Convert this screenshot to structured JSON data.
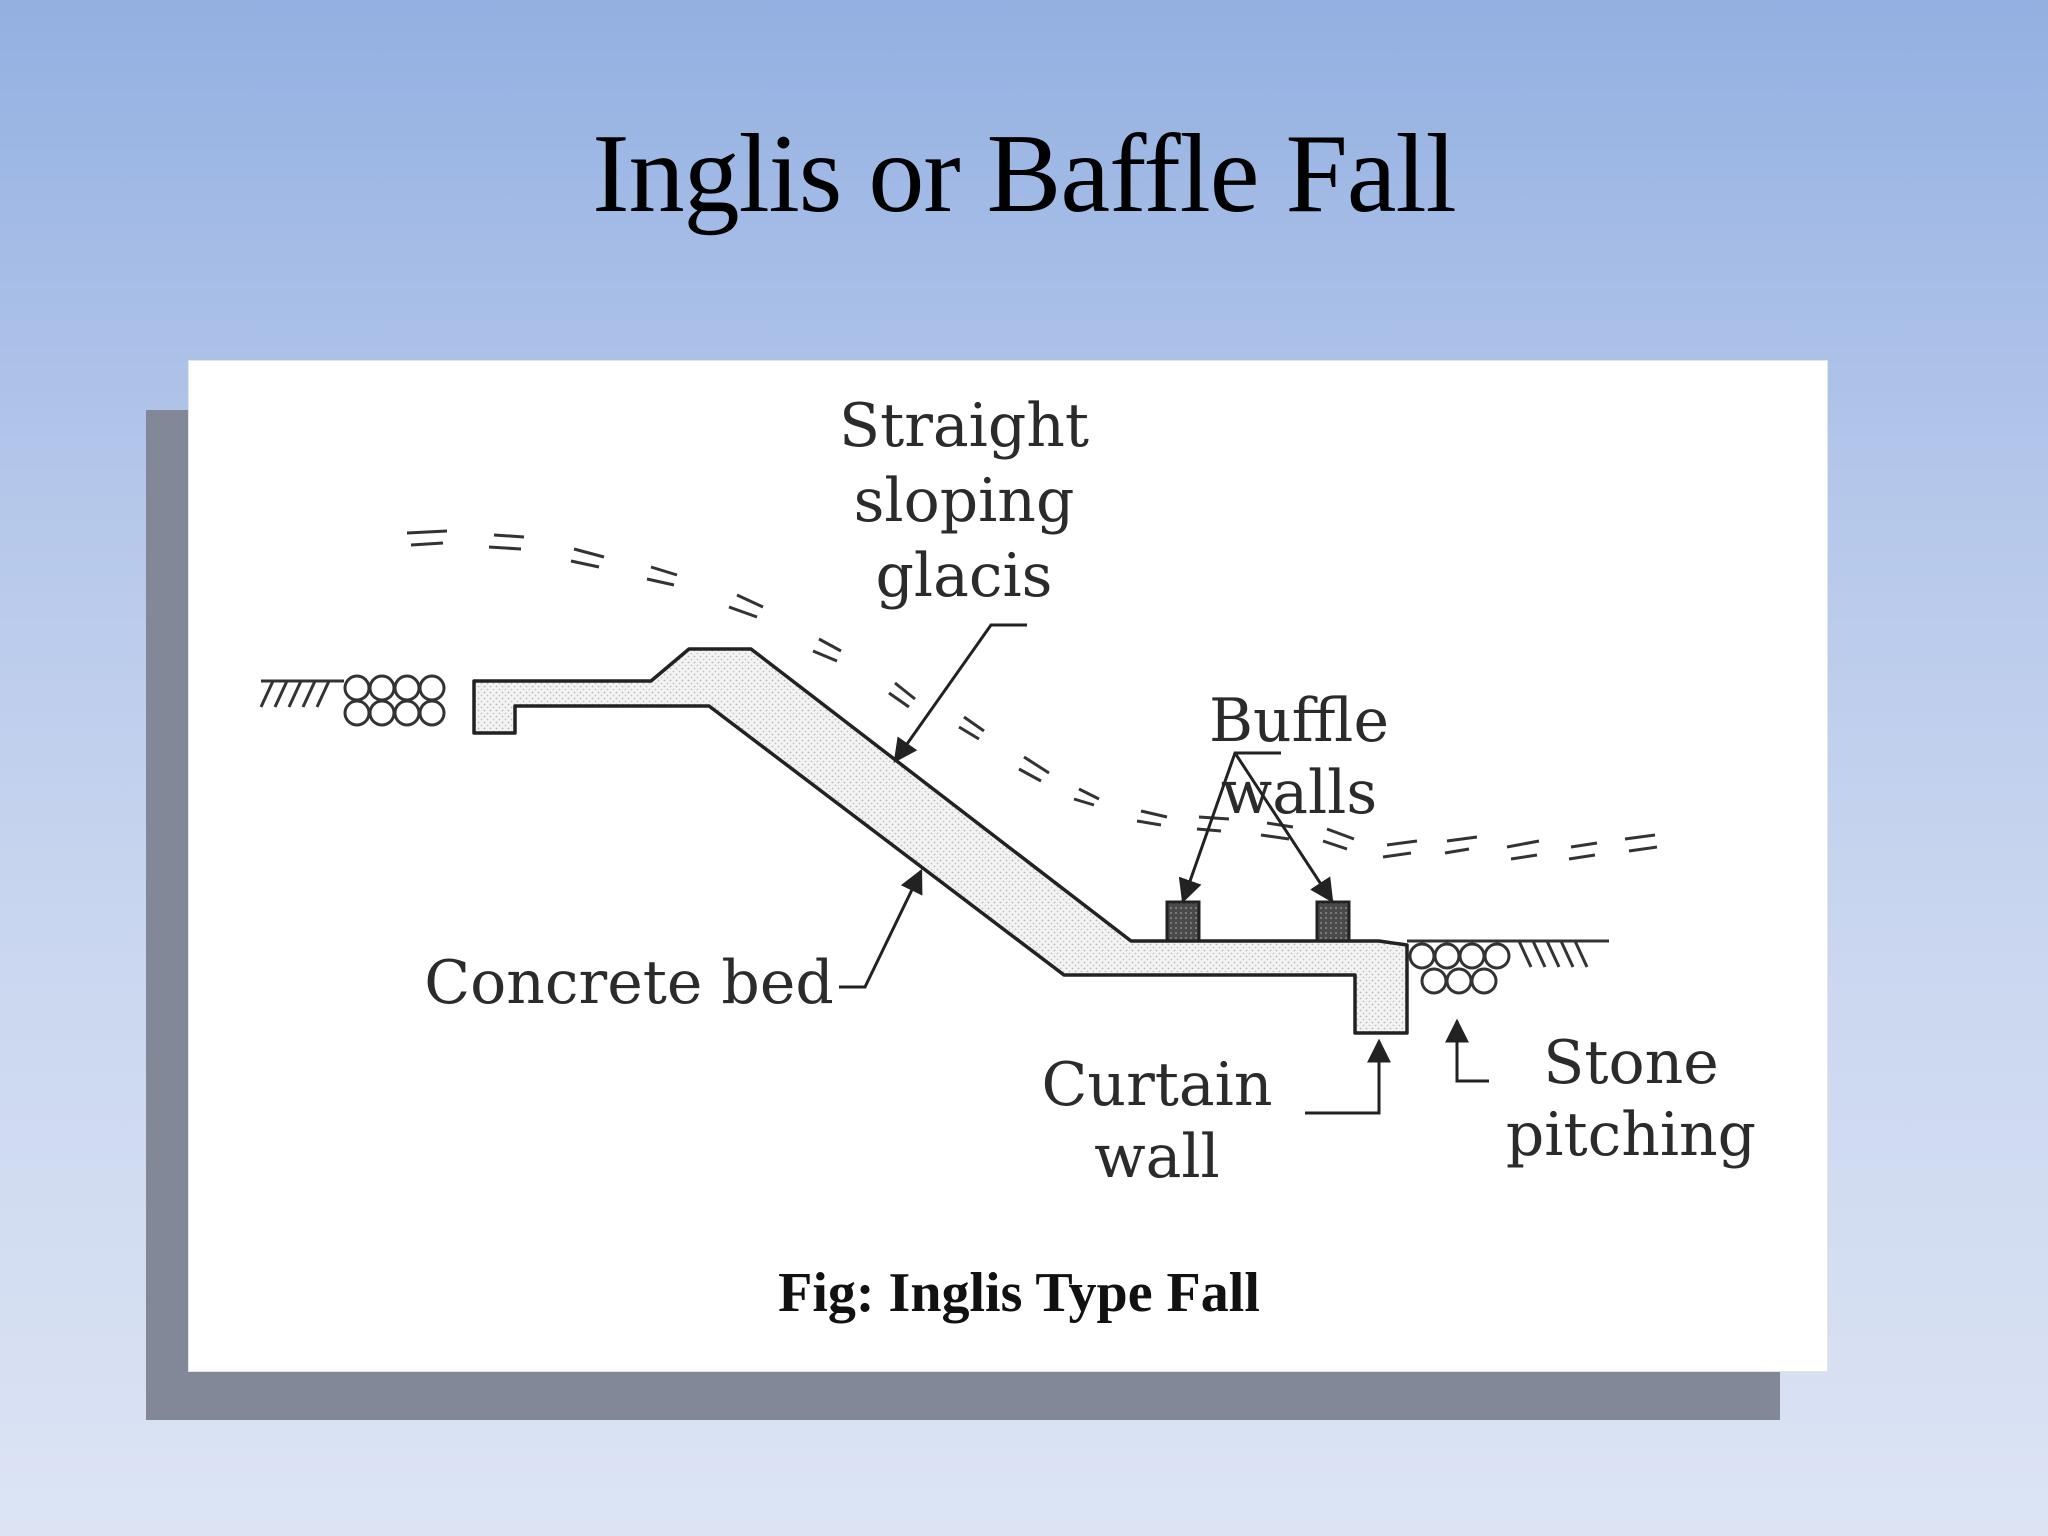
{
  "slide": {
    "title": "Inglis or Baffle Fall"
  },
  "figure": {
    "labels": {
      "glacis": [
        "Straight",
        "sloping",
        "glacis"
      ],
      "baffle": [
        "Buffle",
        "walls"
      ],
      "concrete_bed": "Concrete bed",
      "curtain": [
        "Curtain",
        "wall"
      ],
      "stone": [
        "Stone",
        "pitching"
      ]
    },
    "caption": "Fig: Inglis Type Fall"
  }
}
